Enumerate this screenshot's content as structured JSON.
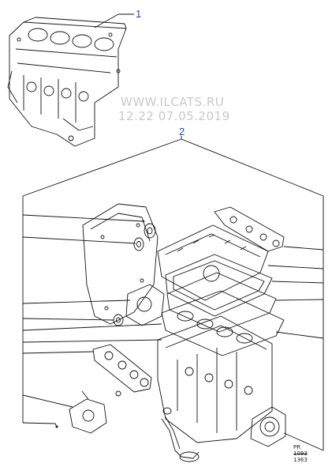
{
  "callouts": [
    {
      "id": "1",
      "label": "1"
    },
    {
      "id": "2",
      "label": "2"
    }
  ],
  "watermark": {
    "site": "WWW.ILCATS.RU",
    "datetime": "12.22 07.05.2019"
  },
  "reference_code": {
    "line1": "PR",
    "line2": "1093",
    "line3": "1363"
  },
  "colors": {
    "callout": "#1f3fbf",
    "line": "#111111",
    "watermark": "#c9c9c9"
  }
}
